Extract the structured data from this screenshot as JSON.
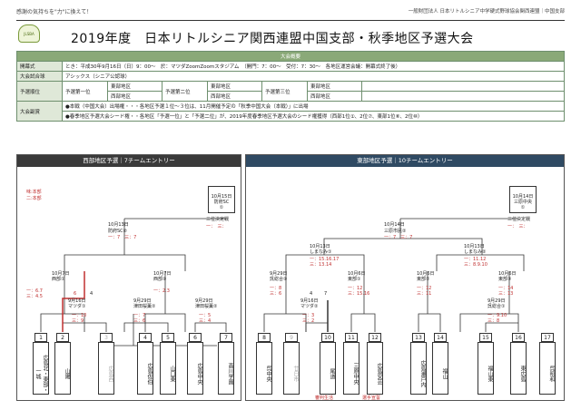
{
  "top_left_slogan": "感謝の気持ちを\"力\"に換えて！",
  "top_right_org": "一般財団法人 日本リトルシニア中学硬式野球協会関西連盟｜中国支部",
  "logo_text": "JLSBA",
  "title": "2019年度　日本リトルシニア関西連盟中国支部・秋季地区予選大会",
  "section_heading": "大会概要",
  "rows": {
    "opening_label": "開幕式",
    "opening_value": "とき：平成30年9月16日（日）9：00〜　於：マツダZoomZoomスタジアム　（開門：7：00〜　受付：7：30〜　各地区運営会議：開幕式終了後）",
    "ball_label": "大会試合球",
    "ball_value": "アシックス（シニア公認球）",
    "rank_label": "予選順位",
    "first_label": "予選第一位",
    "second_label": "予選第二位",
    "third_label": "予選第三位",
    "east": "東部地区",
    "west": "西部地区",
    "prize_label": "大会副賞",
    "prize_line1": "●本戦（中国大会）出場権・・・各地区予選１位〜３位は、11月開催予定の「秋季中国大会（本戦）」に出場",
    "prize_line2": "●春季地区予選大会シード権・・各地区「予選一位」と「予選二位」が、2019年度春季地区予選大会のシード権獲得（西部1位①、2位⑦、東部1位⑧、2位⑩）"
  },
  "west": {
    "header": "西部地区予選｜7チームエントリー",
    "header_color": "#3a3a3a",
    "notes": [
      "味:本部",
      "二:本部"
    ],
    "final_box": "10月15日\n防府SC\n①",
    "third_place": "三位決定戦",
    "third_place_score": "一：　三：",
    "semi_date": "10月13日",
    "semi_name": "防府SC②",
    "semi_score": "一：7　三：7",
    "q_left": "10月7日\n西部①",
    "q_left_score": "一：6.7\n三：4.5",
    "q_right": "10月7日\n西部②",
    "q_right_score": "一：2.3",
    "r1_a": "9月16日\nマツダ①",
    "r1_a_score": "一：10\n三：9",
    "r1_b": "9月29日\n津田桜薫②",
    "r1_b_score": "一：7\n三：6",
    "r1_c": "9月29日\n津田桜薫②",
    "r1_c_score": "一：5\n三：4",
    "top_nums": [
      "6",
      "4"
    ],
    "teams": [
      {
        "n": "1",
        "name": "広島北・東部・一城"
      },
      {
        "n": "2",
        "name": "山陽"
      },
      {
        "n": "3",
        "name": "広島西"
      },
      {
        "n": "4",
        "name": "広島佐伯"
      },
      {
        "n": "5",
        "name": "山口東"
      },
      {
        "n": "6",
        "name": "広島中央"
      },
      {
        "n": "7",
        "name": "高川学園"
      }
    ]
  },
  "east": {
    "header": "東部地区予選｜10チームエントリー",
    "header_color": "#2f4a63",
    "final_box": "10月14日\n三原中央\n①",
    "third_place": "三位決定戦",
    "third_place_score": "一：　三：",
    "top_date": "10月14日",
    "top_name": "三原市民②",
    "top_score": "一：7　三：7",
    "sf_left": "10月13日\nしまなみ①",
    "sf_left_score": "一：15.16.17\n三：13.14",
    "sf_right": "10月13日\nしまなみ②",
    "sf_right_score": "一：11.12\n三：8.9.10",
    "q1": "9月29日\n呉総合②",
    "q1_score": "一：8\n三：6",
    "q2": "10月6日\n東部①",
    "q2_score": "一：12\n三：15.16",
    "q3": "10月6日\n東部②",
    "q3_score": "一：12\n三：11",
    "q4": "10月6日\n東部③",
    "q4_score": "一：14\n三：13",
    "r1_a": "9月16日\nマツダ②",
    "r1_a_score": "一：3\n三：2",
    "r1_b": "9月29日\n呉総合①",
    "r1_b_score": "一：9.10\n三：8",
    "top_nums": [
      "4",
      "7"
    ],
    "teams": [
      {
        "n": "8",
        "name": "呉中央"
      },
      {
        "n": "9",
        "name": "廿日市"
      },
      {
        "n": "10",
        "name": "尾道"
      },
      {
        "n": "11",
        "name": "三原中央"
      },
      {
        "n": "12",
        "name": "広島安芸"
      },
      {
        "n": "13",
        "name": "広島瀬戸内"
      },
      {
        "n": "14",
        "name": "福山"
      },
      {
        "n": "15",
        "name": "福山東"
      },
      {
        "n": "16",
        "name": "東広島"
      },
      {
        "n": "17",
        "name": "呉昭和"
      }
    ],
    "bottom_notes": [
      "審判生活",
      "選手宣誓"
    ]
  }
}
